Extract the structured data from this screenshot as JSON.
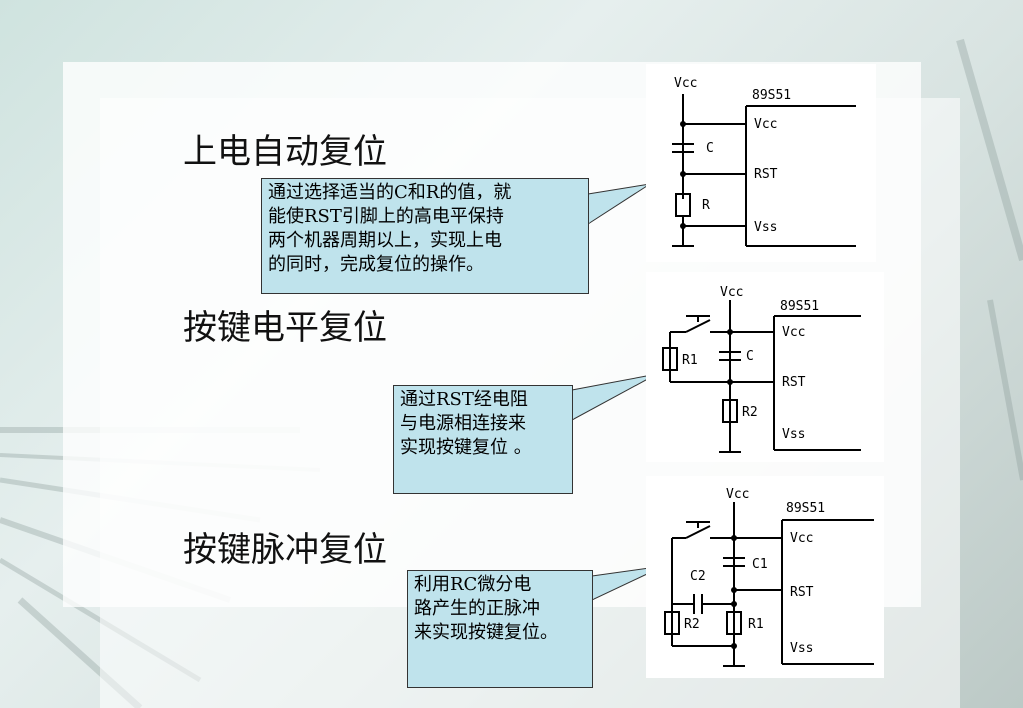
{
  "sections": [
    {
      "heading": "上电自动复位",
      "callout": [
        "通过选择适当的C和R的值，就",
        "能使RST引脚上的高电平保持",
        "两个机器周期以上，实现上电",
        "的同时，完成复位的操作。"
      ],
      "circuit": {
        "vcc": "Vcc",
        "chip": "89S51",
        "pins": [
          "Vcc",
          "RST",
          "Vss"
        ],
        "c": "C",
        "r": "R"
      }
    },
    {
      "heading": "按键电平复位",
      "callout": [
        "通过RST经电阻",
        "与电源相连接来",
        "实现按键复位 。"
      ],
      "circuit": {
        "vcc": "Vcc",
        "chip": "89S51",
        "pins": [
          "Vcc",
          "RST",
          "Vss"
        ],
        "c": "C",
        "r1": "R1",
        "r2": "R2"
      }
    },
    {
      "heading": "按键脉冲复位",
      "callout": [
        "利用RC微分电",
        "路产生的正脉冲",
        "来实现按键复位。"
      ],
      "circuit": {
        "vcc": "Vcc",
        "chip": "89S51",
        "pins": [
          "Vcc",
          "RST",
          "Vss"
        ],
        "c1": "C1",
        "c2": "C2",
        "r1": "R1",
        "r2": "R2"
      }
    }
  ]
}
